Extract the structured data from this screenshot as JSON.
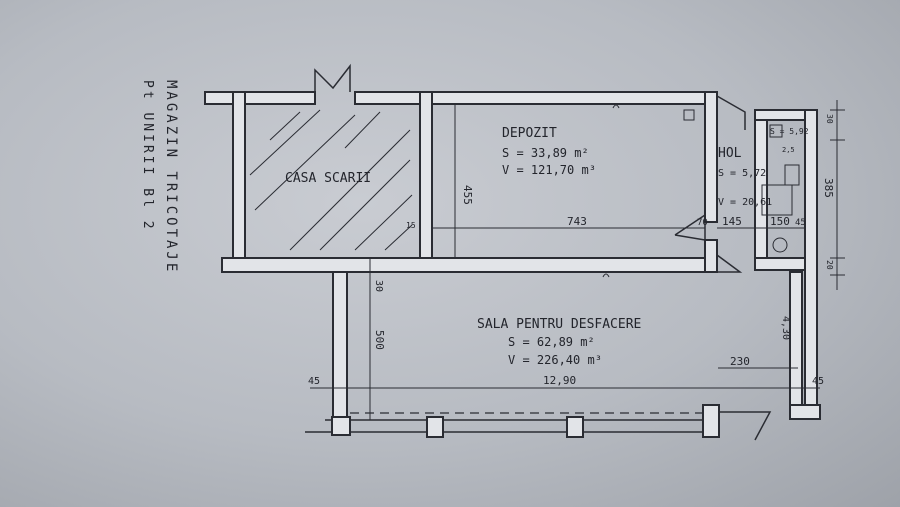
{
  "title": {
    "line1": "MAGAZIN TRICOTAJE",
    "line2": "Pt UNIRII Bl 2"
  },
  "rooms": {
    "stairs": {
      "name": "CASA SCARII"
    },
    "depot": {
      "name": "DEPOZIT",
      "area": "S = 33,89 m²",
      "volume": "V = 121,70 m³"
    },
    "hall": {
      "name": "HOL",
      "area": "S = 5,72",
      "volume": "V = 20,61"
    },
    "sales": {
      "name": "SALA PENTRU DESFACERE",
      "area": "S = 62,89 m²",
      "volume": "V = 226,40 m³"
    },
    "wc": {
      "area": "S = 5,92"
    }
  },
  "dims": {
    "d455": "455",
    "d743": "743",
    "d145": "145",
    "d150": "150",
    "d45a": "45",
    "d15": "15",
    "d70": "70",
    "d30": "30",
    "d500": "500",
    "d1290": "12,90",
    "d45b": "45",
    "d45c": "45",
    "d230": "230",
    "d430": "4,30",
    "d385": "385",
    "d30b": "30",
    "d20": "20",
    "d2": "2,5"
  }
}
